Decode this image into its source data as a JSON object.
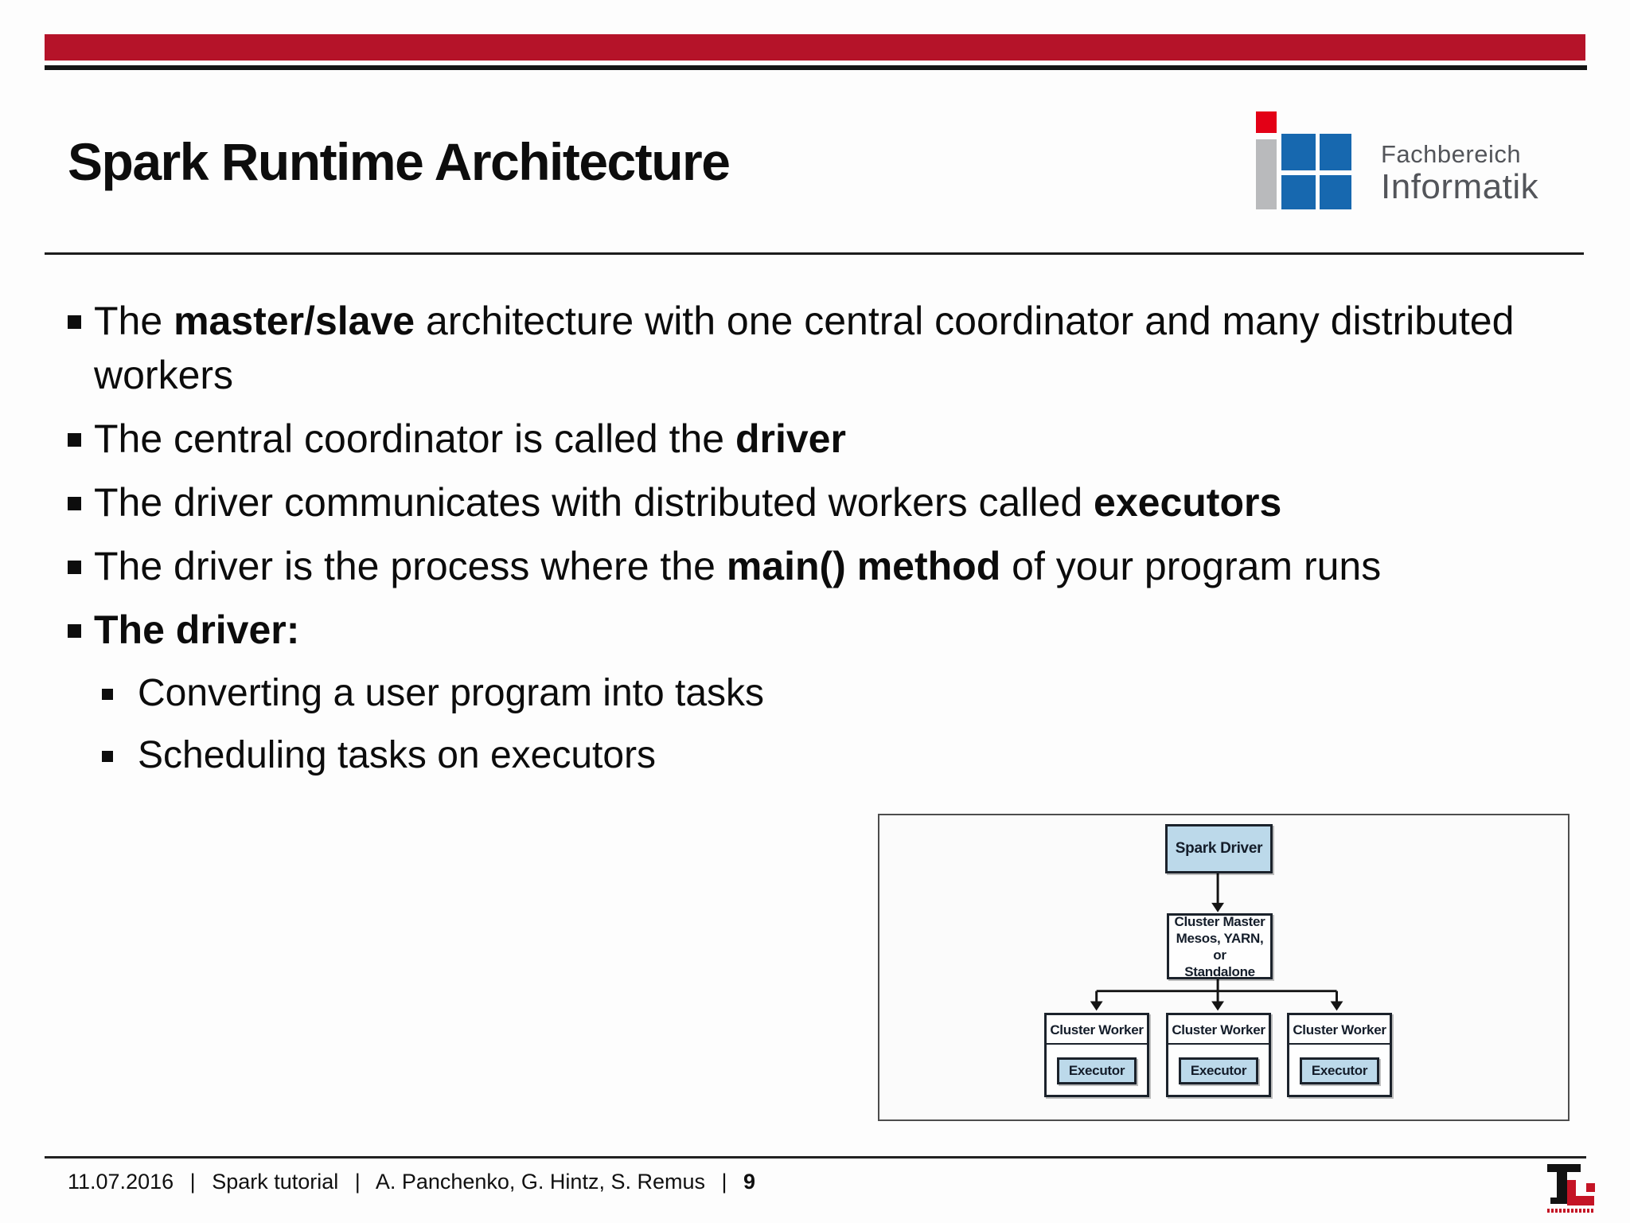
{
  "slide": {
    "title": "Spark Runtime Architecture",
    "header_logo": {
      "line1": "Fachbereich",
      "line2": "Informatik"
    },
    "bullets": [
      {
        "level": 1,
        "segments": [
          {
            "text": "The ",
            "bold": false
          },
          {
            "text": "master/slave",
            "bold": true
          },
          {
            "text": " architecture with one central coordinator and many distributed workers",
            "bold": false
          }
        ]
      },
      {
        "level": 1,
        "segments": [
          {
            "text": "The central coordinator is called the ",
            "bold": false
          },
          {
            "text": "driver",
            "bold": true
          }
        ]
      },
      {
        "level": 1,
        "segments": [
          {
            "text": "The driver communicates with distributed workers called ",
            "bold": false
          },
          {
            "text": "executors",
            "bold": true
          }
        ]
      },
      {
        "level": 1,
        "segments": [
          {
            "text": "The driver is the process where the ",
            "bold": false
          },
          {
            "text": "main() method",
            "bold": true
          },
          {
            "text": " of your program runs",
            "bold": false
          }
        ]
      },
      {
        "level": 1,
        "segments": [
          {
            "text": "The driver:",
            "bold": true
          }
        ]
      },
      {
        "level": 2,
        "segments": [
          {
            "text": "Converting a user program into tasks",
            "bold": false
          }
        ]
      },
      {
        "level": 2,
        "segments": [
          {
            "text": "Scheduling tasks on executors",
            "bold": false
          }
        ]
      }
    ],
    "diagram": {
      "driver_label": "Spark Driver",
      "master_lines": [
        "Cluster Master",
        "Mesos, YARN, or",
        "Standalone"
      ],
      "workers": [
        {
          "label": "Cluster Worker",
          "executor": "Executor"
        },
        {
          "label": "Cluster Worker",
          "executor": "Executor"
        },
        {
          "label": "Cluster Worker",
          "executor": "Executor"
        }
      ]
    },
    "footer": {
      "date": "11.07.2016",
      "sep": "|",
      "tutorial": "Spark tutorial",
      "authors": "A. Panchenko, G. Hintz, S. Remus",
      "page": "9"
    },
    "colors": {
      "bar_red": "#b51329",
      "logo_red": "#e30016",
      "logo_blue": "#1768af",
      "logo_gray": "#b9babc",
      "node_fill": "#bcd9ea",
      "lt_red": "#c41425"
    }
  }
}
